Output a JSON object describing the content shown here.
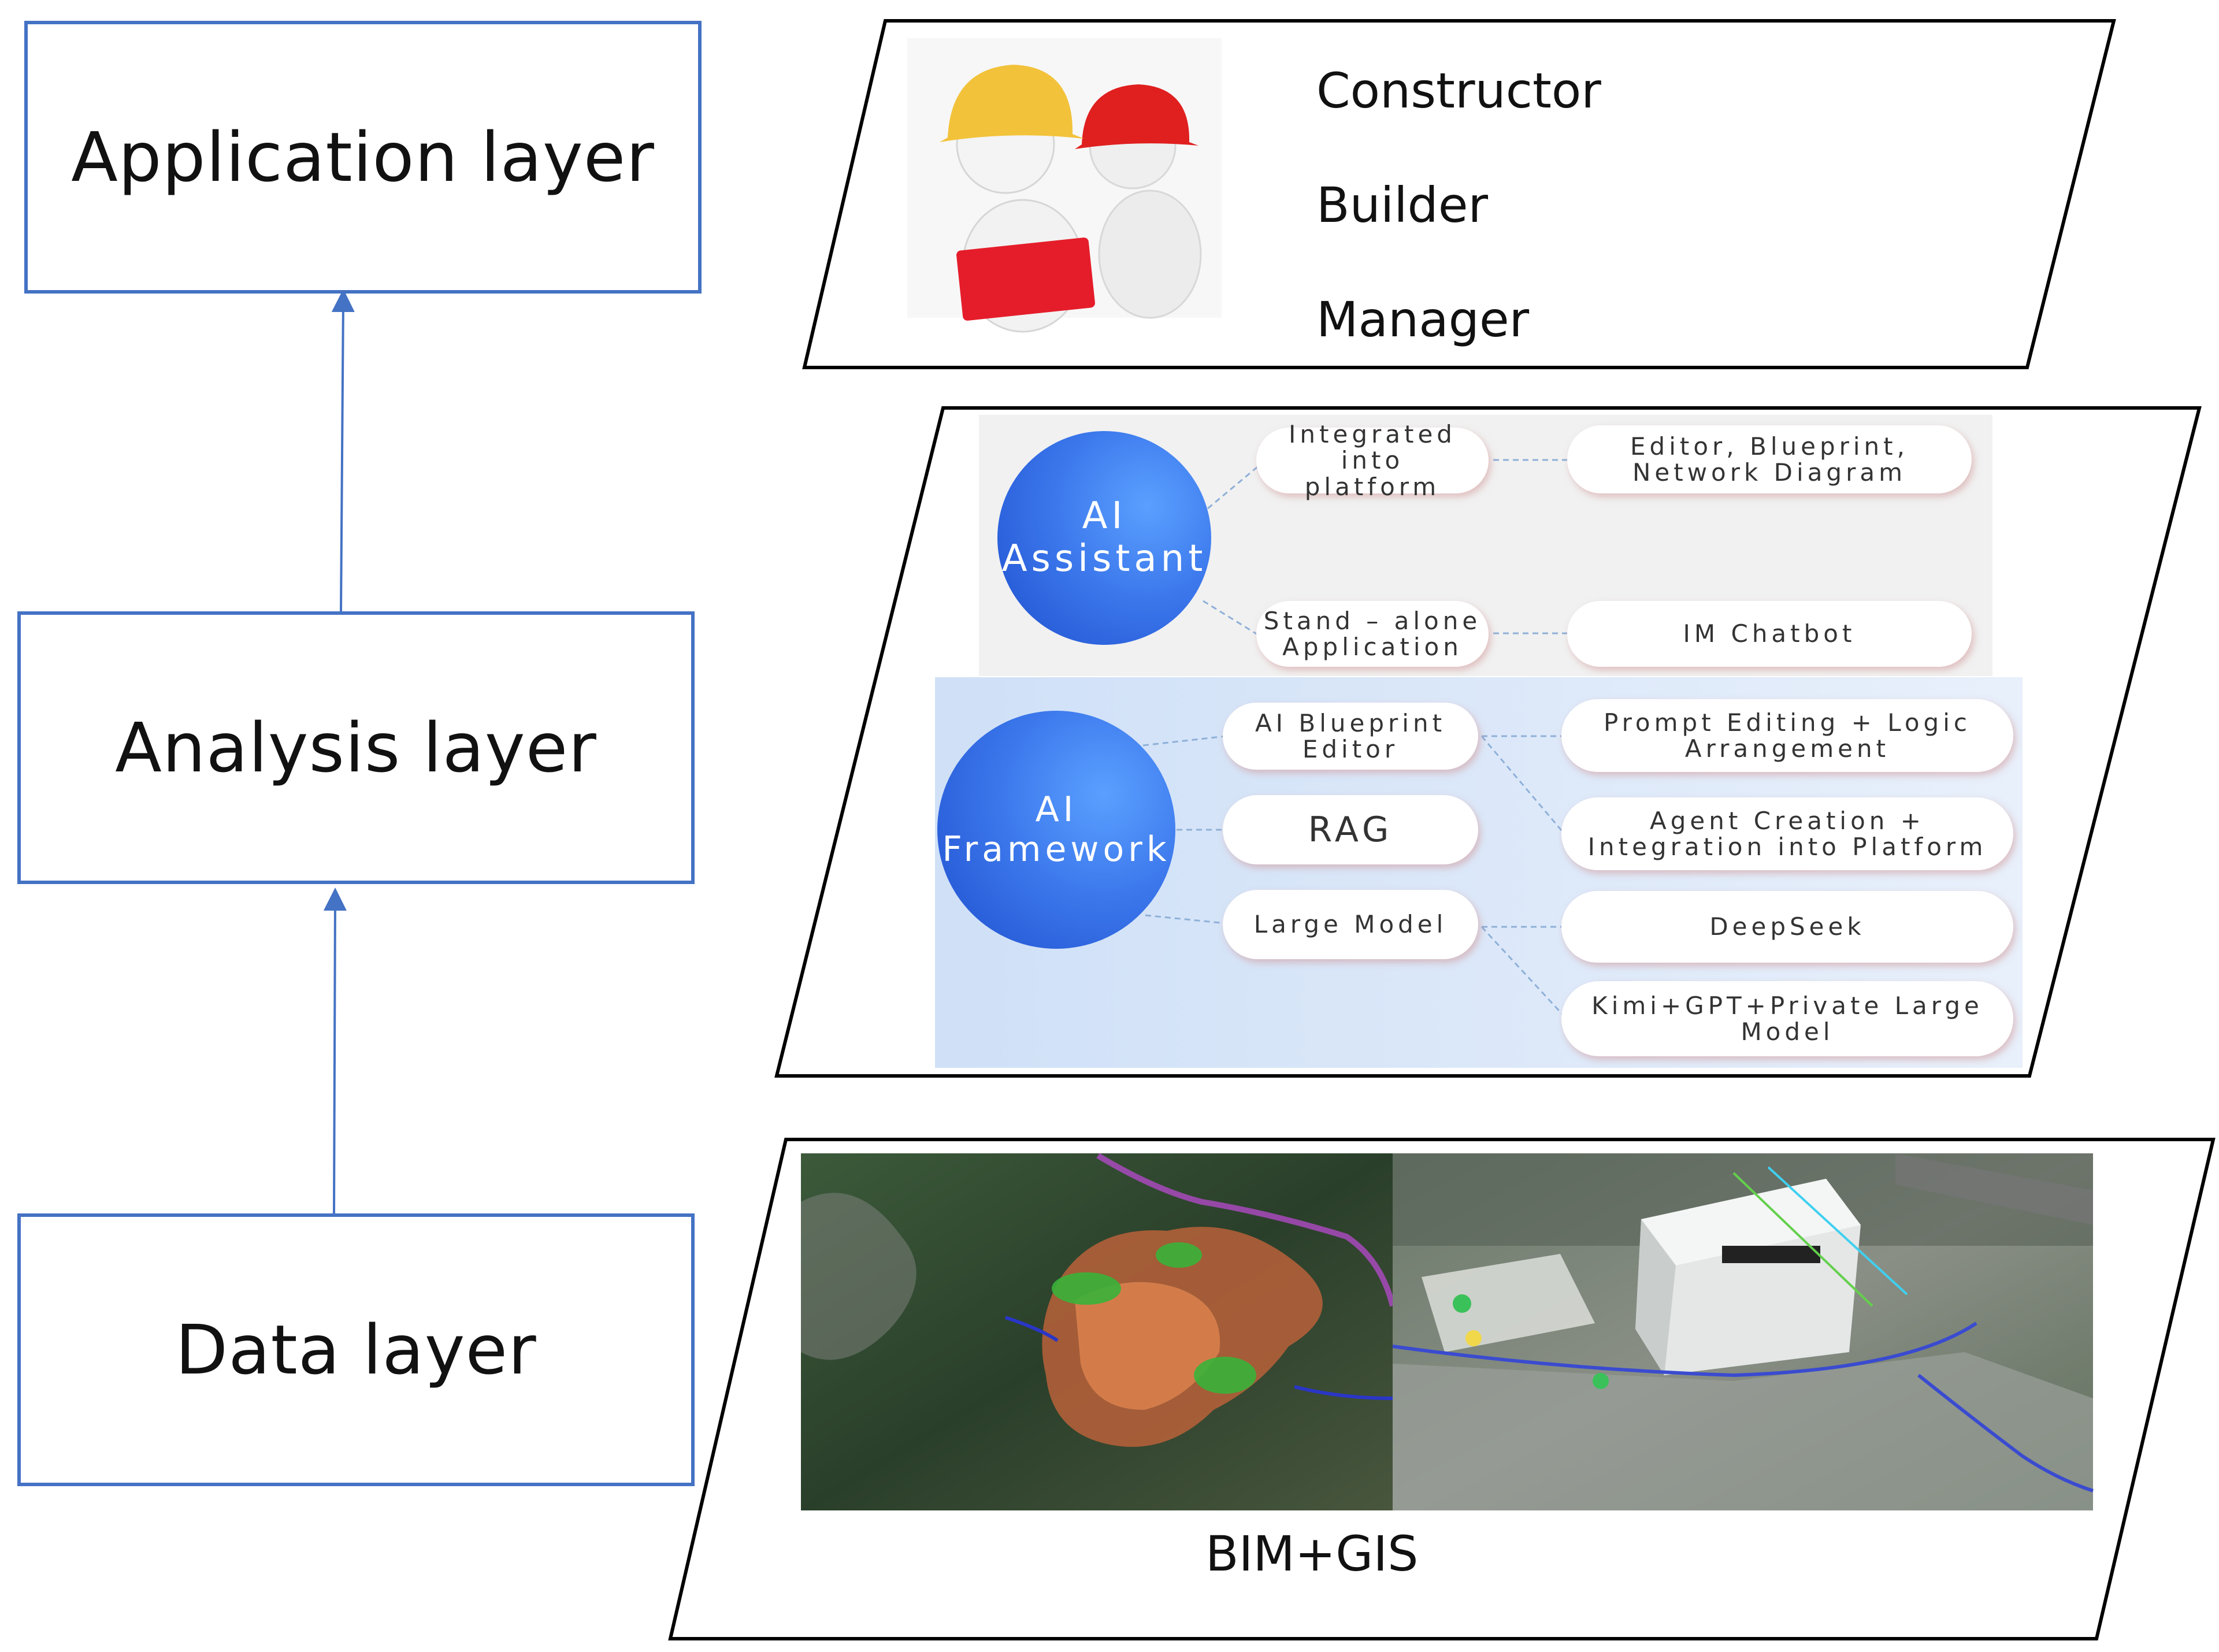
{
  "layers": {
    "application": "Application layer",
    "analysis": "Analysis layer",
    "data": "Data layer"
  },
  "application_panel": {
    "roles": [
      "Constructor",
      "Builder",
      "Manager"
    ]
  },
  "analysis_panel": {
    "assistant": {
      "title": "AI\nAssistant",
      "modes": [
        "Integrated into\nplatform",
        "Stand – alone\nApplication"
      ],
      "details": [
        "Editor, Blueprint,\nNetwork Diagram",
        "IM Chatbot"
      ]
    },
    "framework": {
      "title": "AI\nFramework",
      "components": [
        "AI Blueprint\nEditor",
        "RAG",
        "Large Model"
      ],
      "details": [
        "Prompt Editing + Logic\nArrangement",
        "Agent Creation +\nIntegration into Platform",
        "DeepSeek",
        "Kimi+GPT+Private Large\nModel"
      ]
    }
  },
  "data_panel": {
    "caption": "BIM+GIS"
  },
  "colors": {
    "box_border": "#4472c4",
    "arrow": "#4472c4",
    "bubble_blue": "#2f62e0"
  }
}
